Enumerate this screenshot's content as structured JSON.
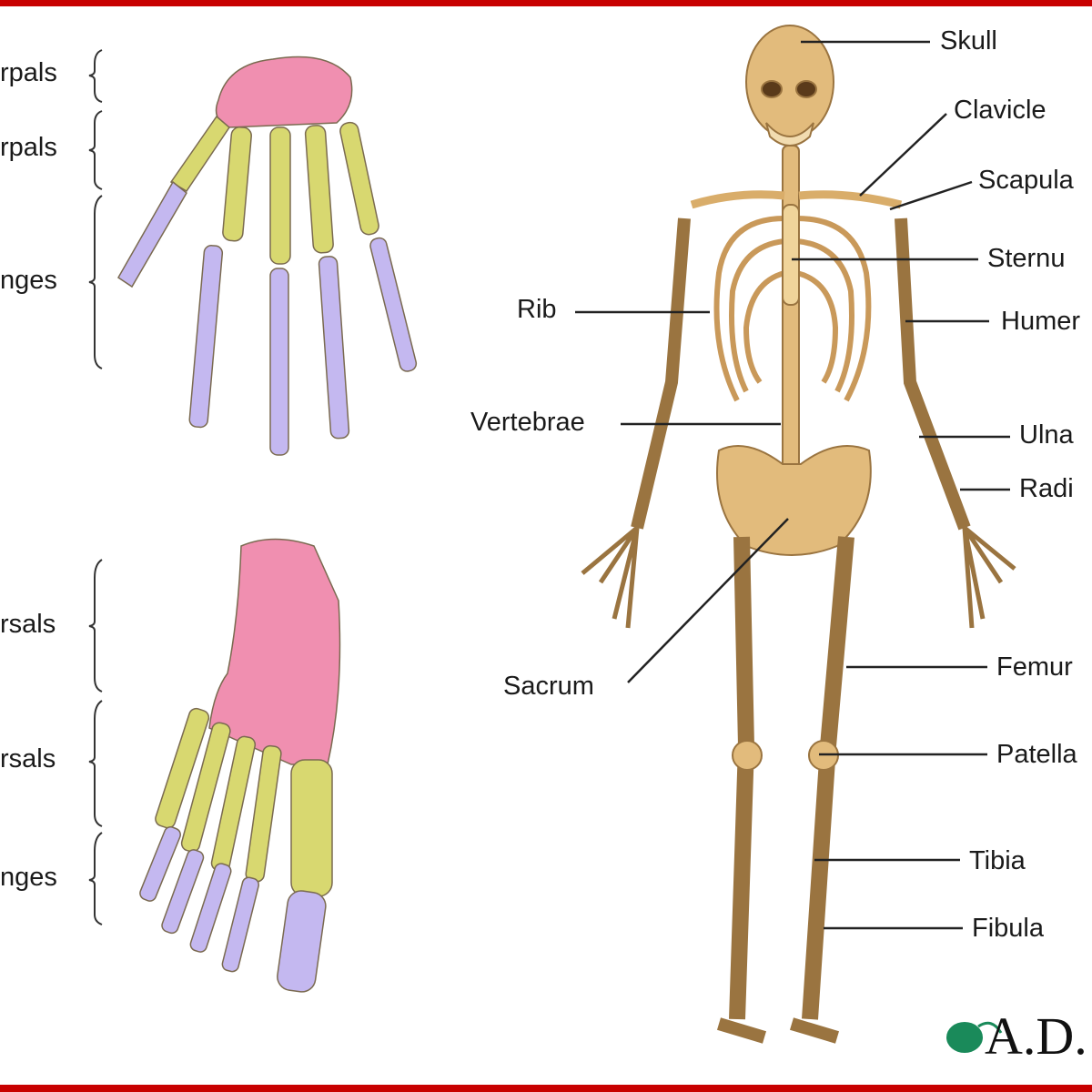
{
  "colors": {
    "border": "#c80000",
    "bone": "#e2bb7c",
    "carpal_tarsal": "#f08fb0",
    "metacarpal_metatarsal": "#d8d870",
    "phalanges": "#c4b8f0",
    "logo_green": "#1a8a5a"
  },
  "hand_labels": {
    "carpals": "rpals",
    "metacarpals": "rpals",
    "phalanges": "nges"
  },
  "foot_labels": {
    "tarsals": "rsals",
    "metatarsals": "rsals",
    "phalanges": "nges"
  },
  "skeleton_labels": {
    "skull": "Skull",
    "clavicle": "Clavicle",
    "scapula": "Scapula",
    "sternum": "Sternu",
    "humerus": "Humer",
    "rib": "Rib",
    "vertebrae": "Vertebrae",
    "ulna": "Ulna",
    "radius": "Radi",
    "sacrum": "Sacrum",
    "femur": "Femur",
    "patella": "Patella",
    "tibia": "Tibia",
    "fibula": "Fibula"
  },
  "logo": {
    "text": "A.D.",
    "icon": "leaf-icon"
  }
}
